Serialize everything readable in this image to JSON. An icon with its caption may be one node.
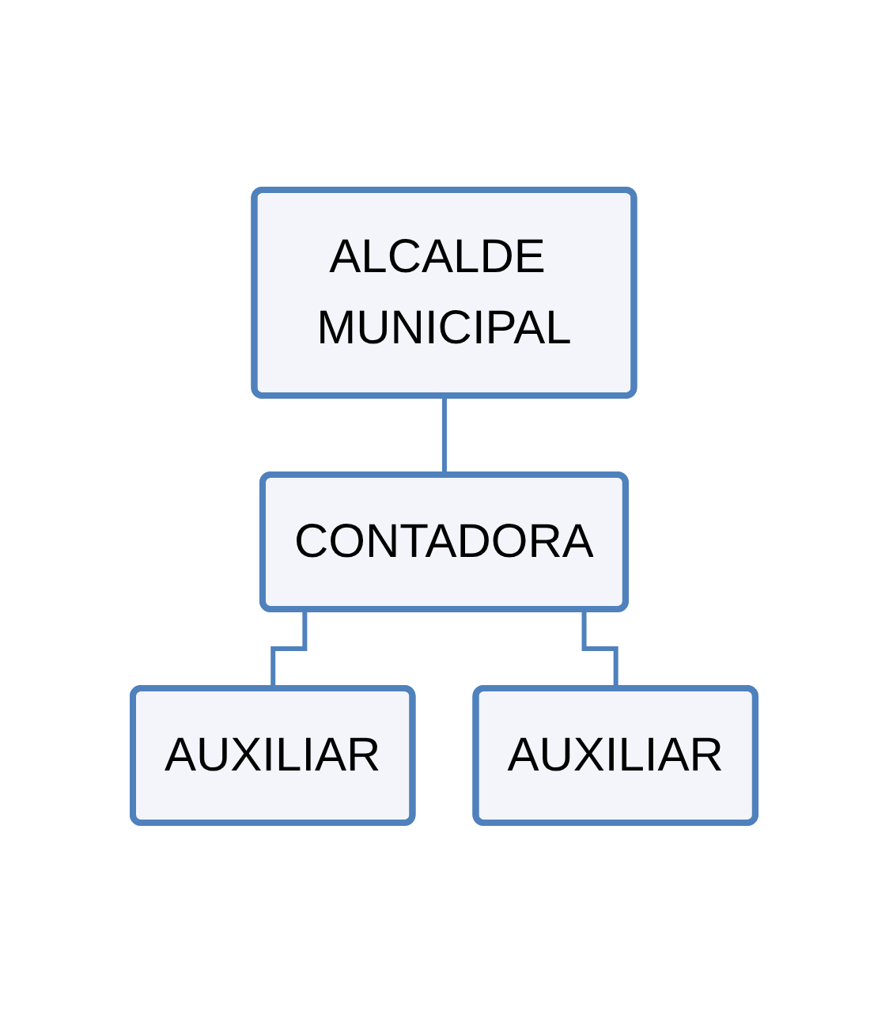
{
  "diagram": {
    "nodes": [
      {
        "text": [
          "ALCALDE MUNICIPAL"
        ]
      },
      {
        "text": [
          "CONTADORA"
        ]
      },
      {
        "text": [
          "AUXILIAR"
        ]
      },
      {
        "text": [
          "AUXILIAR"
        ]
      }
    ],
    "edges": [
      {
        "from": 0,
        "to": 1,
        "arrow": "none"
      },
      {
        "from": 1,
        "to": 2,
        "arrow": "none"
      },
      {
        "from": 1,
        "to": 3,
        "arrow": "none"
      }
    ]
  }
}
